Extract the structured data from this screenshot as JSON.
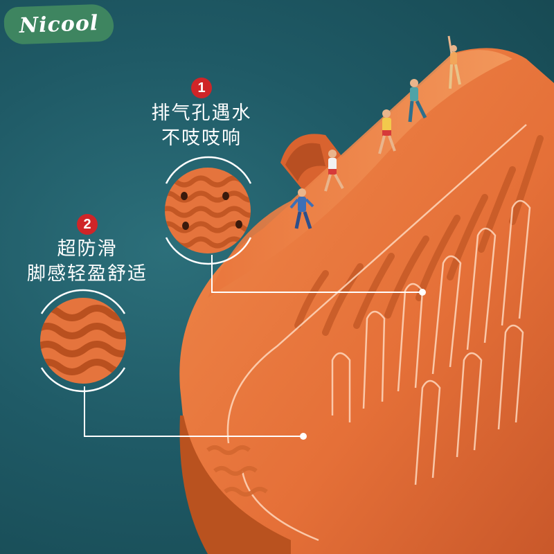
{
  "brand": {
    "logo_text": "Nicool"
  },
  "features": [
    {
      "number": "1",
      "line1": "排气孔遇水",
      "line2": "不吱吱响"
    },
    {
      "number": "2",
      "line1": "超防滑",
      "line2": "脚感轻盈舒适"
    }
  ],
  "colors": {
    "background": "#1f5a66",
    "slipper_orange": "#ec7a3e",
    "badge_red": "#cf2528",
    "logo_green": "#3e8560"
  }
}
